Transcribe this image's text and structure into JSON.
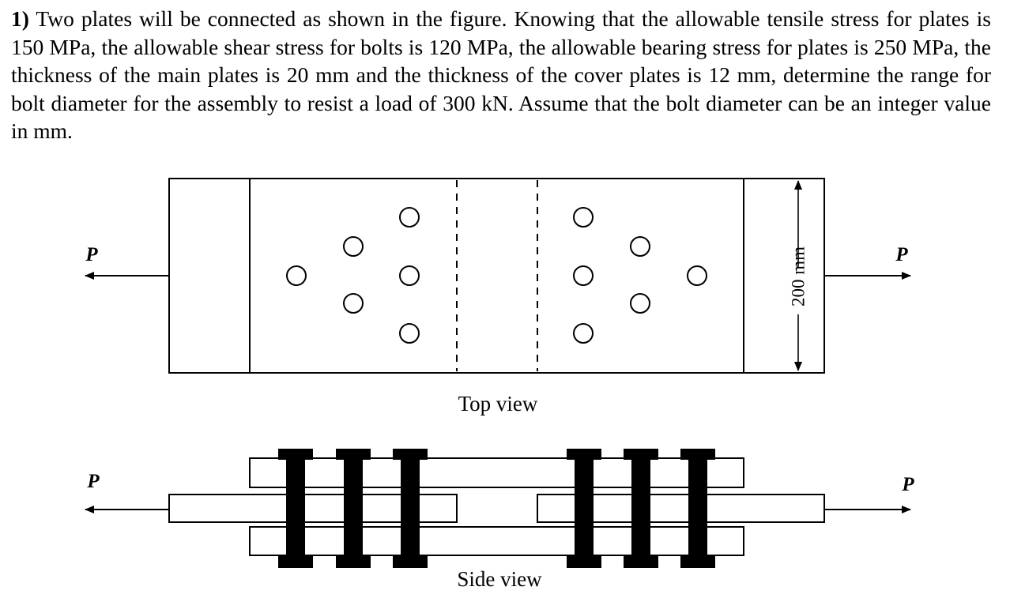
{
  "problem": {
    "number": "1)",
    "text": "Two plates will be connected as shown in the figure. Knowing that the allowable tensile stress for plates is 150 MPa, the allowable shear stress for bolts is 120 MPa, the allowable bearing stress for plates is 250 MPa, the thickness of the main plates is 20 mm and the thickness of the cover plates is 12 mm, determine the range for bolt diameter for the assembly to resist a load of 300 kN. Assume that the bolt diameter can be an integer value in mm."
  },
  "figure": {
    "load_symbol": "P",
    "width_dimension": "200 mm",
    "top_view_caption": "Top view",
    "side_view_caption": "Side view"
  }
}
